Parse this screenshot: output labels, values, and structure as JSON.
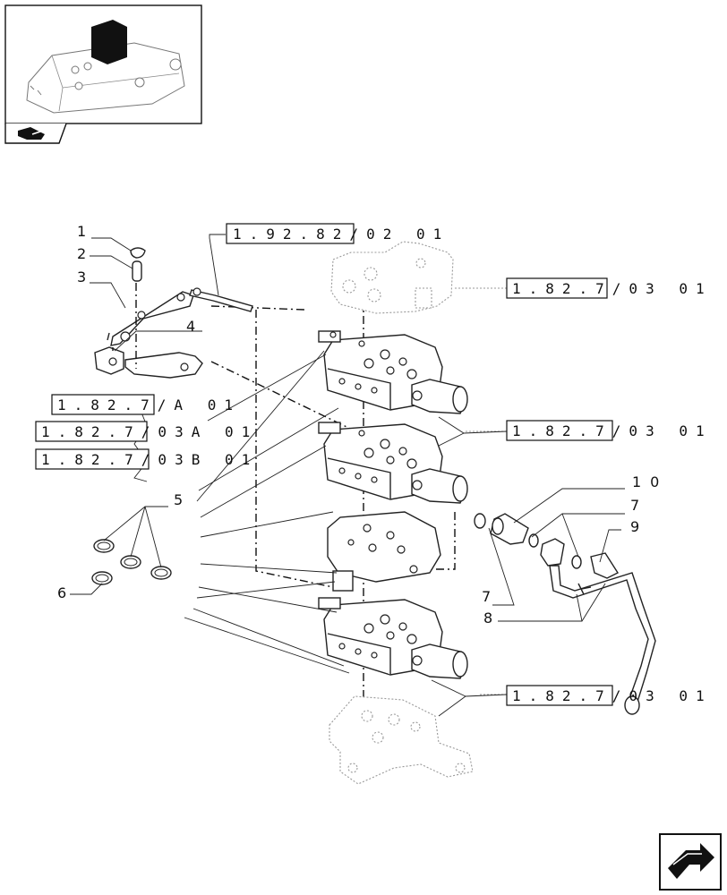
{
  "refs": {
    "r1": "1.92.82/02 01",
    "r2": "1.82.7/03 01",
    "r3": "1.82.7/A 01",
    "r4": "1.82.7/03A 01",
    "r5": "1.82.7/03B 01",
    "r6": "1.82.7/03 01",
    "r7": "1.82.7/03 01"
  },
  "labels": {
    "l1": "1",
    "l2": "2",
    "l3": "3",
    "l4": "4",
    "l5": "5",
    "l6": "6",
    "l7a": "7",
    "l7b": "7",
    "l8": "8",
    "l9": "9",
    "l10": "10"
  },
  "icons": {
    "thumbnail": "tractor-lift-thumbnail-icon",
    "book": "parts-book-icon",
    "next": "next-page-arrow-icon"
  }
}
